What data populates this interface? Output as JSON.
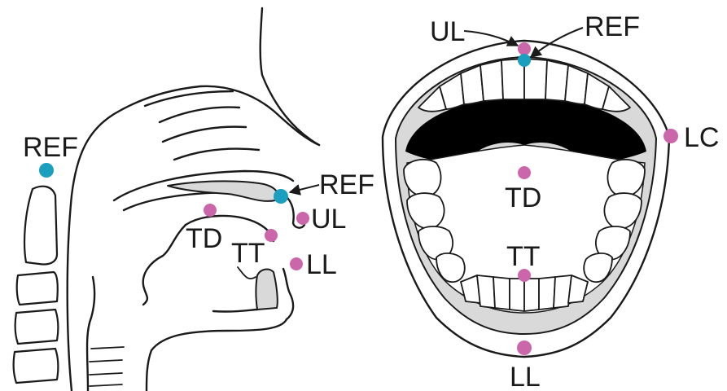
{
  "colors": {
    "sensor": "#cc66aa",
    "reference_sensor": "#1a9fbf",
    "outline": "#1a1a1a",
    "tissue_gray": "#d9d9d9",
    "oral_cavity_dark": "#000000"
  },
  "sagittal_view": {
    "labels": {
      "ref_head": "REF",
      "ref_teeth": "REF",
      "ul": "UL",
      "td": "TD",
      "tt": "TT",
      "ll": "LL"
    }
  },
  "frontal_view": {
    "labels": {
      "ul": "UL",
      "ref": "REF",
      "lc": "LC",
      "td": "TD",
      "tt": "TT",
      "ll": "LL"
    }
  }
}
